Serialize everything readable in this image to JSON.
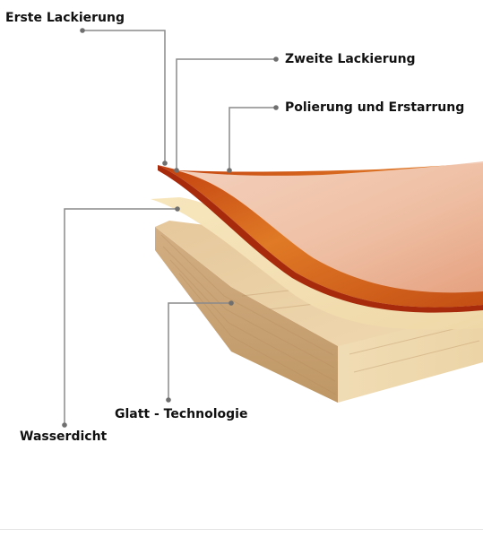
{
  "labels": {
    "erste": "Erste Lackierung",
    "zweite": "Zweite Lackierung",
    "polierung": "Polierung und Erstarrung",
    "glatt": "Glatt - Technologie",
    "wasserdicht": "Wasserdicht"
  },
  "colors": {
    "leader_line": "#8a8a8a",
    "leader_dot": "#6f6f6f",
    "board_top": "#e8cda3",
    "board_side": "#f2dfb8",
    "board_end": "#c9a478",
    "veneer": "#f3dfb2",
    "lacquer_dark": "#d4651a",
    "lacquer_red": "#b8330f",
    "polish": "#f4cdb8"
  }
}
